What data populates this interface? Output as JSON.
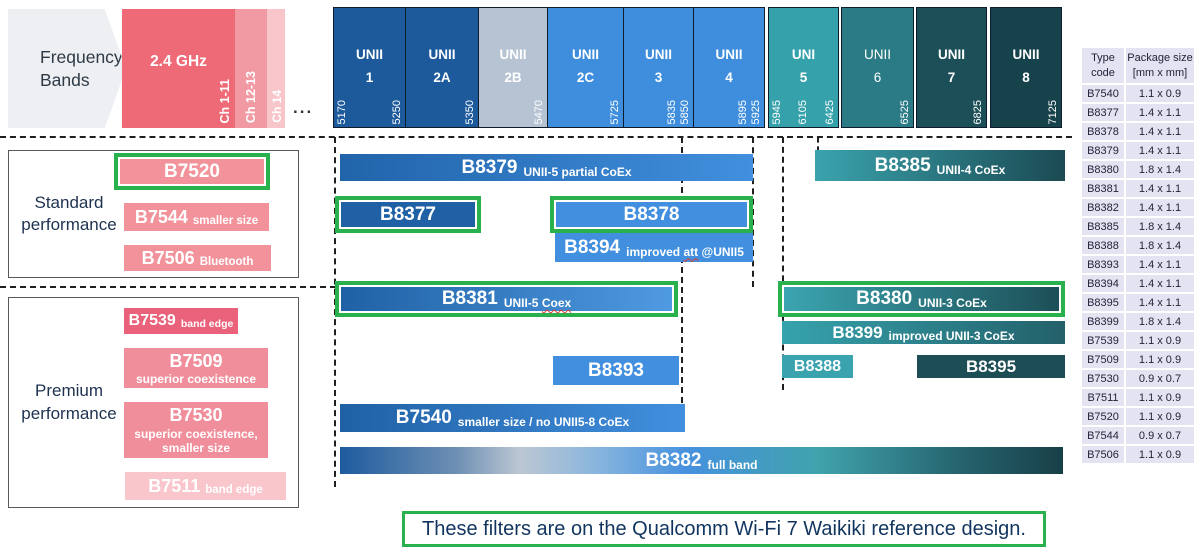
{
  "labels": {
    "frequency_bands": "Frequency\nBands",
    "ellipsis": "..."
  },
  "band24": {
    "label": "2.4 GHz",
    "ch1": "Ch 1-11",
    "ch2": "Ch 12-13",
    "ch3": "Ch 14"
  },
  "unii": [
    {
      "name": "UNII\n1",
      "freq_left": "5170",
      "freq_right": "5250"
    },
    {
      "name": "UNII\n2A",
      "freq_right": "5350"
    },
    {
      "name": "UNII\n2B",
      "freq_right": "5470"
    },
    {
      "name": "UNII\n2C",
      "freq_right": "5725"
    },
    {
      "name": "UNII\n3",
      "freq_right": "5835",
      "freq_right2": "5850"
    },
    {
      "name": "UNII\n4",
      "freq_right": "5895",
      "freq_right2": "5925"
    },
    {
      "name": "UNI\n5",
      "freq_left": "5945",
      "freq_mid": "6105",
      "freq_right": "6425"
    },
    {
      "name": "UNII\n6",
      "freq_right": "6525"
    },
    {
      "name": "UNII\n7",
      "freq_right": "6825"
    },
    {
      "name": "UNII\n8",
      "freq_right": "7125"
    }
  ],
  "sections": {
    "standard": {
      "label": "Standard\nperformance"
    },
    "premium": {
      "label": "Premium\nperformance"
    }
  },
  "side": {
    "b7520": {
      "code": "B7520"
    },
    "b7544": {
      "code": "B7544",
      "note": "smaller size"
    },
    "b7506": {
      "code": "B7506",
      "note": "Bluetooth"
    },
    "b7539": {
      "code": "B7539",
      "note": "band edge"
    },
    "b7509": {
      "code": "B7509",
      "note": "superior coexistence"
    },
    "b7530": {
      "code": "B7530",
      "note": "superior coexistence,\nsmaller size"
    },
    "b7511": {
      "code": "B7511",
      "note": "band edge"
    }
  },
  "bars": {
    "b8379": {
      "code": "B8379",
      "note": "UNII-5 partial CoEx"
    },
    "b8385": {
      "code": "B8385",
      "note": "UNII-4 CoEx"
    },
    "b8377": {
      "code": "B8377"
    },
    "b8378": {
      "code": "B8378"
    },
    "b8394": {
      "code": "B8394",
      "note_pre": "improved",
      "note_misspelled": "att",
      "note_post": "@UNII5"
    },
    "b8381": {
      "code": "B8381",
      "note_pre": "UNII-5",
      "note_misspelled": "Coex",
      "note_post": ""
    },
    "b8380": {
      "code": "B8380",
      "note": "UNII-3 CoEx"
    },
    "b8399": {
      "code": "B8399",
      "note": "improved UNII-3 CoEx"
    },
    "b8393": {
      "code": "B8393"
    },
    "b8388": {
      "code": "B8388"
    },
    "b8395": {
      "code": "B8395"
    },
    "b7540": {
      "code": "B7540",
      "note": "smaller size / no UNII5-8 CoEx"
    },
    "b8382": {
      "code": "B8382",
      "note": "full band"
    }
  },
  "table": {
    "h0": "Type\ncode",
    "h1": "Package size\n[mm x mm]",
    "rows": [
      [
        "B7540",
        "1.1 x 0.9"
      ],
      [
        "B8377",
        "1.4 x 1.1"
      ],
      [
        "B8378",
        "1.4 x 1.1"
      ],
      [
        "B8379",
        "1.4 x 1.1"
      ],
      [
        "B8380",
        "1.8 x 1.4"
      ],
      [
        "B8381",
        "1.4 x 1.1"
      ],
      [
        "B8382",
        "1.4 x 1.1"
      ],
      [
        "B8385",
        "1.8 x 1.4"
      ],
      [
        "B8388",
        "1.8 x 1.4"
      ],
      [
        "B8393",
        "1.4 x 1.1"
      ],
      [
        "B8394",
        "1.4 x 1.1"
      ],
      [
        "B8395",
        "1.4 x 1.1"
      ],
      [
        "B8399",
        "1.8 x 1.4"
      ],
      [
        "B7539",
        "1.1 x 0.9"
      ],
      [
        "B7509",
        "1.1 x 0.9"
      ],
      [
        "B7530",
        "0.9 x 0.7"
      ],
      [
        "B7511",
        "1.1 x 0.9"
      ],
      [
        "B7520",
        "1.1 x 0.9"
      ],
      [
        "B7544",
        "0.9 x 0.7"
      ],
      [
        "B7506",
        "1.1 x 0.9"
      ]
    ]
  },
  "footnote": {
    "text": "These filters are on the Qualcomm Wi-Fi 7 Waikiki reference design."
  },
  "colors": {
    "highlight_green": "#2ab04c",
    "dark_blue": "#1d5a9c",
    "gray_blue": "#b6c3d3",
    "mid_blue": "#3f8edd",
    "teal": "#35a1ab",
    "dark_teal": "#1d4f58",
    "pink": "#f2939c",
    "red_pink": "#e9617a",
    "light_pink": "#f9c6cc",
    "navy_text": "#1e3250"
  }
}
